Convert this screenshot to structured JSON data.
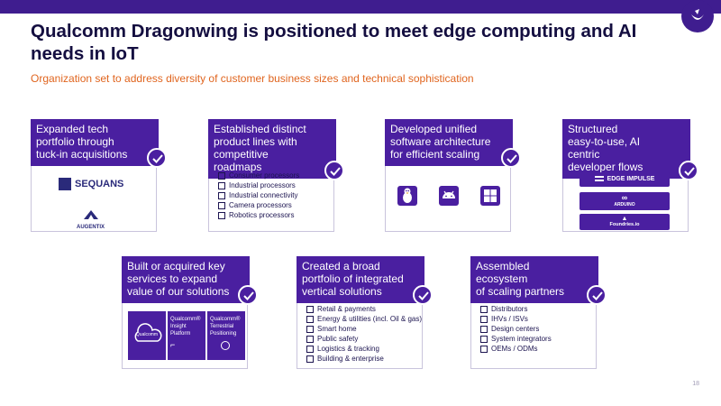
{
  "slide": {
    "title": "Qualcomm Dragonwing is positioned to meet edge computing and AI needs in IoT",
    "subtitle": "Organization set to address diversity of customer business sizes and technical sophistication",
    "page_number": "18"
  },
  "cards": [
    {
      "title_lines": [
        "Expanded tech",
        "portfolio through",
        "tuck-in acquisitions"
      ],
      "logos": [
        "SEQUANS",
        "AUGENTIX"
      ]
    },
    {
      "title_lines": [
        "Established distinct",
        "product lines with",
        "competitive roadmaps"
      ],
      "items": [
        "Consumer processors",
        "Industrial processors",
        "Industrial connectivity",
        "Camera processors",
        "Robotics processors"
      ]
    },
    {
      "title_lines": [
        "Developed unified",
        "software architecture",
        "for efficient scaling"
      ],
      "icons": [
        "linux-icon",
        "android-icon",
        "windows-icon"
      ]
    },
    {
      "title_lines": [
        "Structured",
        "easy-to-use, AI centric",
        "developer flows"
      ],
      "logos": [
        "EDGE IMPULSE",
        "ARDUINO",
        "Foundries.io"
      ]
    },
    {
      "title_lines": [
        "Built or acquired key",
        "services to expand",
        "value of our solutions"
      ],
      "services": [
        "Qualcomm",
        "Qualcomm® Insight Platform",
        "Qualcomm® Terrestrial Positioning"
      ]
    },
    {
      "title_lines": [
        "Created a broad",
        "portfolio of integrated",
        "vertical solutions"
      ],
      "items": [
        "Retail & payments",
        "Energy & utilities (incl. Oil & gas)",
        "Smart home",
        "Public safety",
        "Logistics & tracking",
        "Building & enterprise"
      ]
    },
    {
      "title_lines": [
        "Assembled ecosystem",
        "of scaling partners"
      ],
      "items": [
        "Distributors",
        "IHVs / ISVs",
        "Design centers",
        "System integrators",
        "OEMs / ODMs"
      ]
    }
  ],
  "colors": {
    "brand": "#4a1fa0",
    "accent": "#e0651f",
    "title": "#140e40"
  }
}
